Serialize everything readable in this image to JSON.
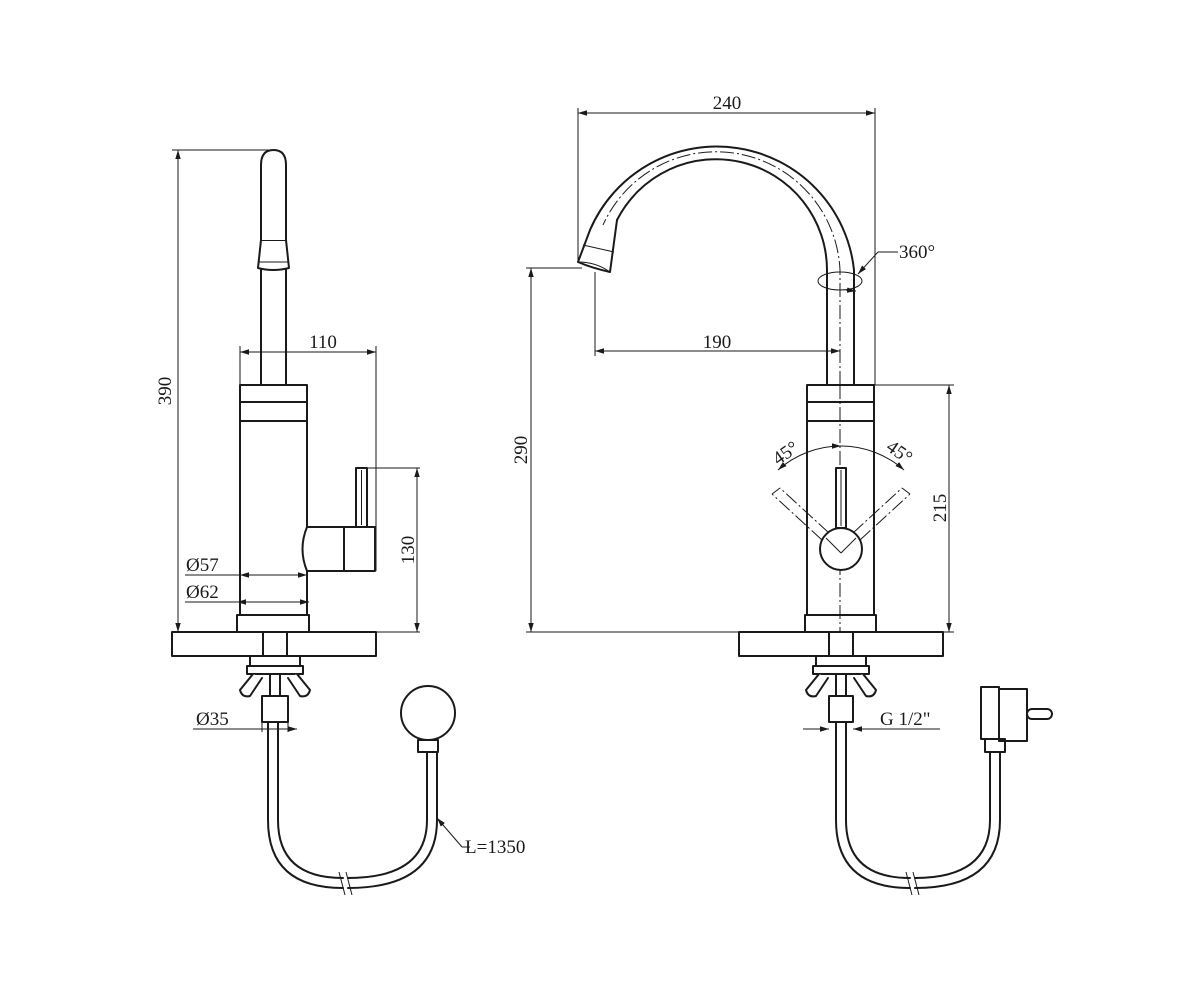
{
  "dimensions": {
    "height_390": "390",
    "body_width_110": "110",
    "lever_height_130": "130",
    "body_dia_57": "Ø57",
    "base_dia_62": "Ø62",
    "shank_dia_35": "Ø35",
    "hose_length": "L=1350",
    "spout_reach_240": "240",
    "spout_reach_190": "190",
    "spout_height_290": "290",
    "body_height_215": "215",
    "rotation": "360°",
    "angle_left": "45°",
    "angle_right": "45°",
    "thread": "G 1/2\""
  }
}
